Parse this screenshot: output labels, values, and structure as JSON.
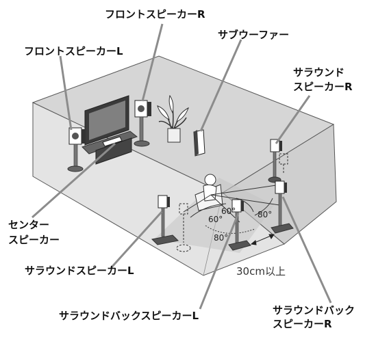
{
  "labels": {
    "front_speaker_r": "フロントスピーカーR",
    "front_speaker_l": "フロントスピーカーL",
    "subwoofer": "サブウーファー",
    "surround_speaker_r_line1": "サラウンド",
    "surround_speaker_r_line2": "スピーカーR",
    "center_speaker_line1": "センター",
    "center_speaker_line2": "スピーカー",
    "surround_speaker_l": "サラウンドスピーカーL",
    "surround_back_speaker_l": "サラウンドバックスピーカーL",
    "surround_back_speaker_r_line1": "サラウンドバック",
    "surround_back_speaker_r_line2": "スピーカーR"
  },
  "angles": {
    "angle_a": "60°",
    "angle_b": "60°",
    "angle_c": "80°",
    "angle_d": "80°"
  },
  "distance": "30cm以上",
  "colors": {
    "room_wall": "#d9d9d9",
    "room_floor": "#e6e6e6",
    "leader": "#8c8c8c",
    "speaker": "#ffffff"
  }
}
